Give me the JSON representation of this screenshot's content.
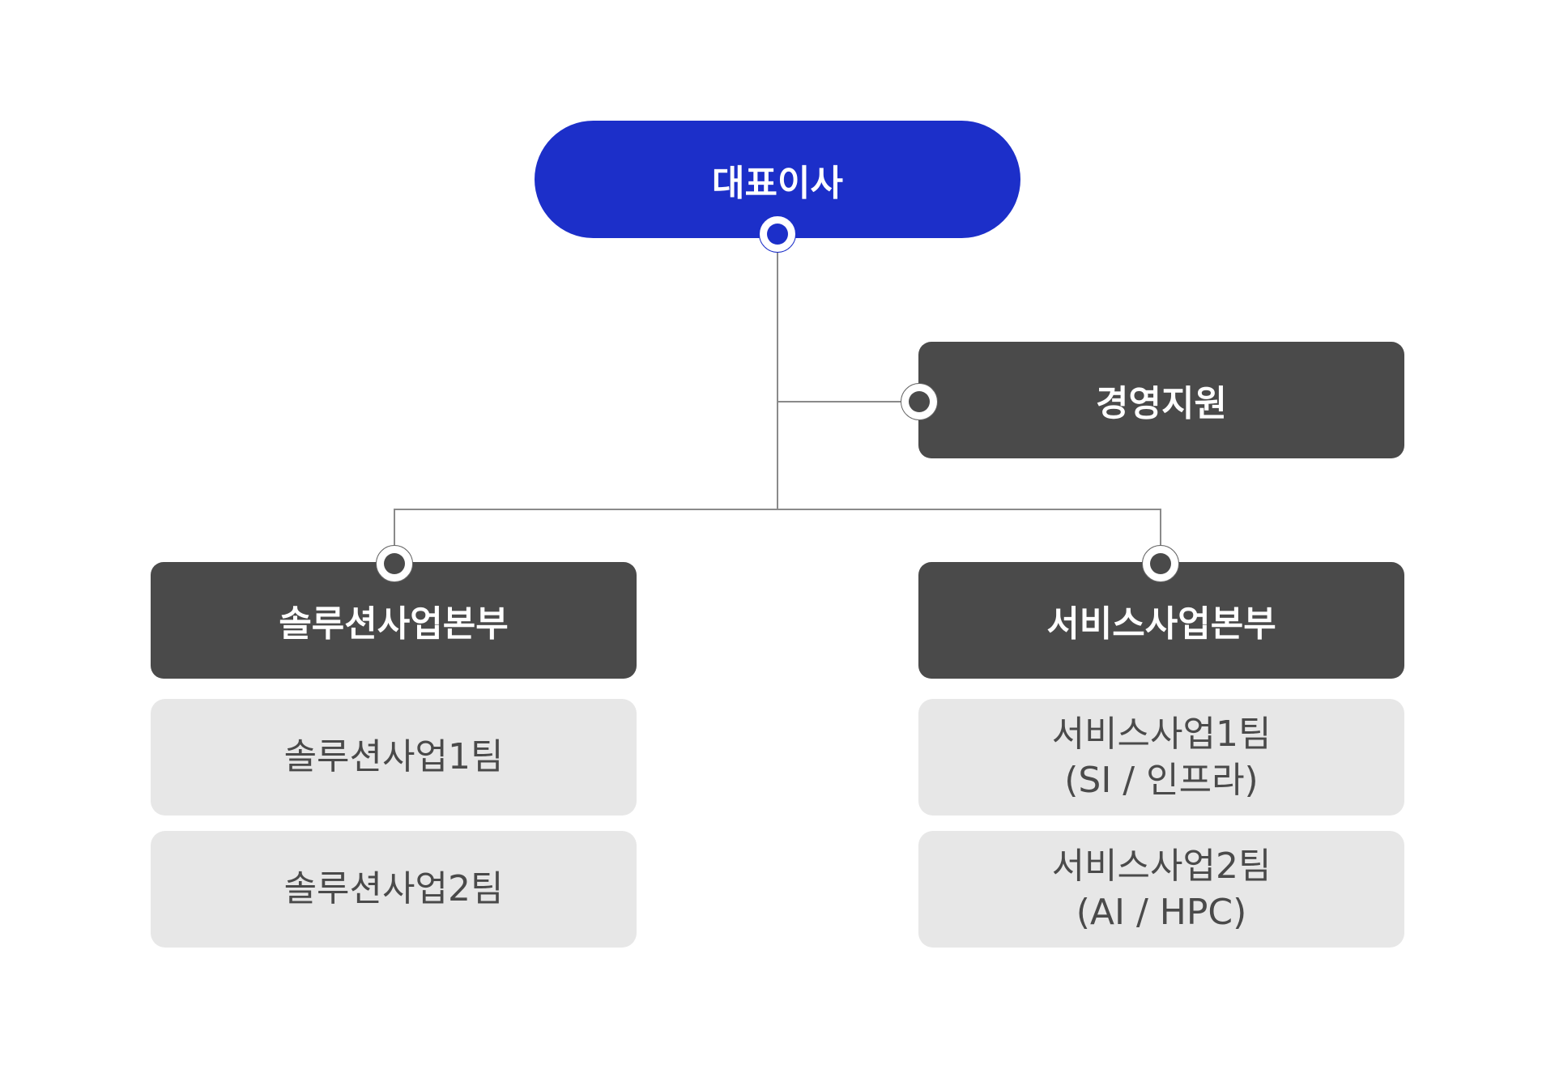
{
  "ceo": {
    "label": "대표이사"
  },
  "support": {
    "label": "경영지원"
  },
  "divisions": [
    {
      "label": "솔루션사업본부",
      "teams": [
        "솔루션사업1팀",
        "솔루션사업2팀"
      ]
    },
    {
      "label": "서비스사업본부",
      "teams": [
        "서비스사업1팀\n(SI / 인프라)",
        "서비스사업2팀\n(AI / HPC)"
      ]
    }
  ],
  "colors": {
    "ceo": "#1c2fc9",
    "division": "#4a4a4a",
    "team": "#e7e7e7",
    "connector": "#8a8a8a"
  }
}
